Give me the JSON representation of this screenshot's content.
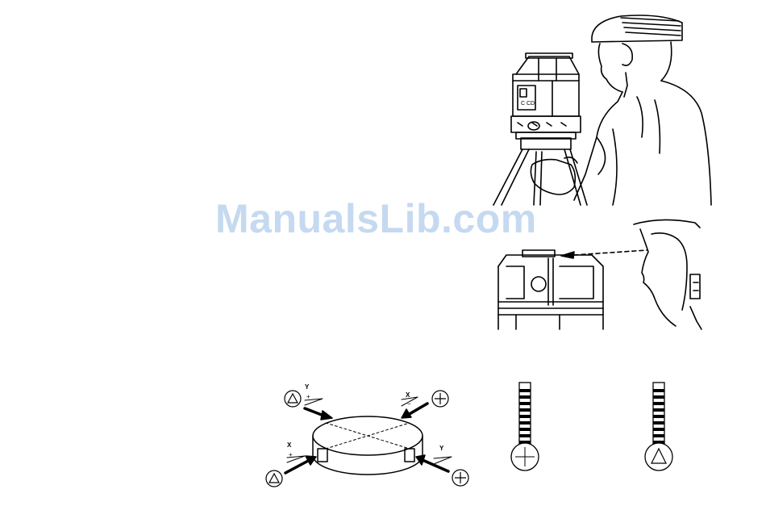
{
  "watermark": {
    "text": "ManualsLib.com"
  },
  "panel_labels": {
    "top_left_axis": "Y",
    "top_left_sign": "+",
    "top_right_axis": "X",
    "top_right_sign": "−",
    "bottom_left_axis": "X",
    "bottom_left_sign": "+",
    "bottom_right_axis": "Y",
    "bottom_right_sign": "−"
  },
  "icons": {
    "triangle": "triangle-button-icon",
    "plus": "plus-button-icon"
  },
  "colors": {
    "line": "#000000",
    "watermark": "#bcd3ee"
  }
}
